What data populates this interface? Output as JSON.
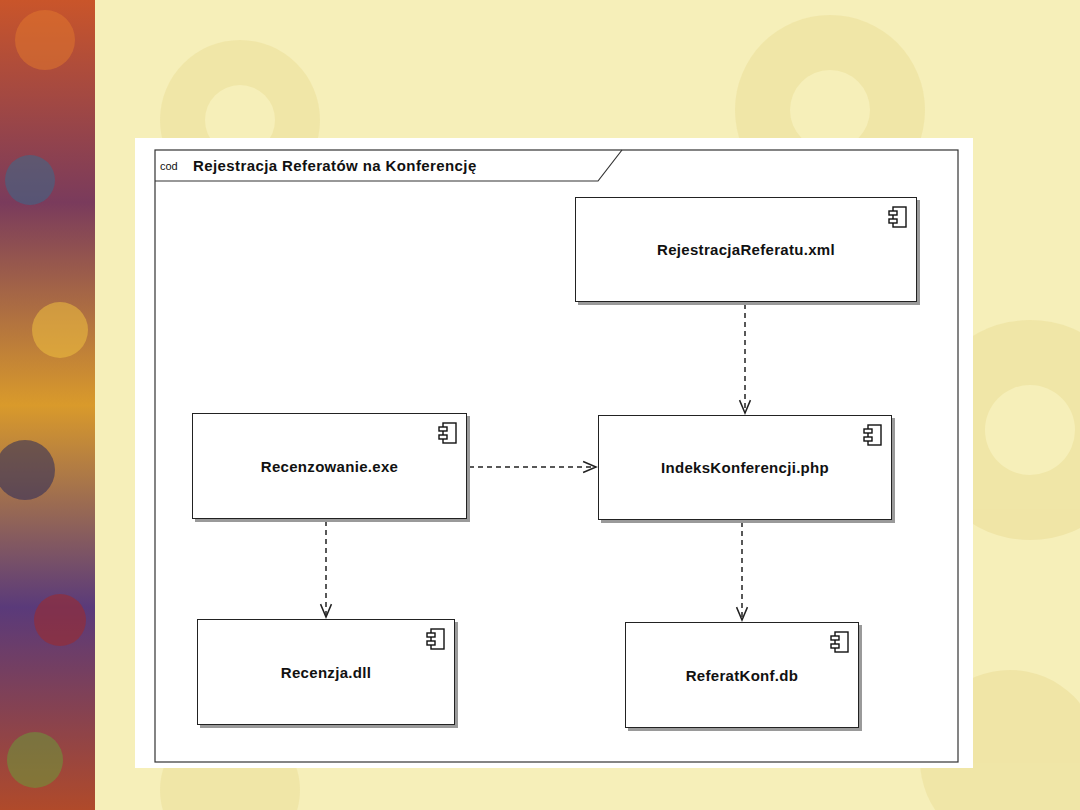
{
  "diagram": {
    "title": "Rejestracja Referatów na Konferencję",
    "nodes": [
      {
        "text": [
          "RejestracjaReferatu.xml"
        ]
      },
      {
        "text": [
          "Recenzowanie.exe"
        ]
      },
      {
        "text": [
          "IndeksKonferencji.php"
        ]
      },
      {
        "text": [
          "Recenzja.dll"
        ]
      },
      {
        "text": [
          "ReferatKonf.db"
        ]
      }
    ],
    "edges": [
      {
        "from": 0,
        "to": 2,
        "arrow": "to"
      },
      {
        "from": 1,
        "to": 2,
        "arrow": "to"
      },
      {
        "from": 1,
        "to": 3,
        "arrow": "to"
      },
      {
        "from": 2,
        "to": 4,
        "arrow": "to"
      }
    ],
    "labels": [
      "cod"
    ]
  }
}
